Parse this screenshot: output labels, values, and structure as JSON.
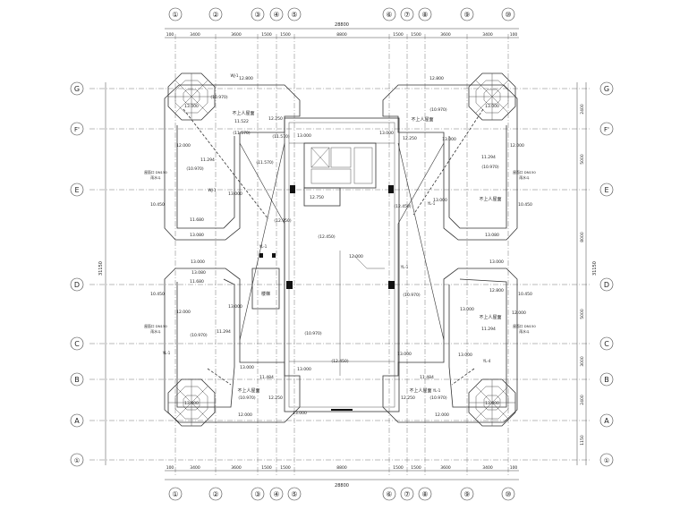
{
  "axes": {
    "columns": [
      "①",
      "②",
      "③",
      "④",
      "⑤",
      "⑥",
      "⑦",
      "⑧",
      "⑨",
      "⑩"
    ],
    "rows": [
      "G",
      "F",
      "E",
      "D",
      "C",
      "B",
      "A"
    ],
    "rows_extra": "F'",
    "bottom_row_label": "①",
    "top_spacings": [
      "100",
      "3400",
      "3600",
      "1500",
      "1500",
      "8800",
      "1500",
      "1500",
      "3600",
      "3400",
      "100"
    ],
    "top_total": "28800",
    "bottom_spacings": [
      "100",
      "3400",
      "3600",
      "1500",
      "1500",
      "8800",
      "1500",
      "1500",
      "3600",
      "3400",
      "100"
    ],
    "bottom_total": "28800",
    "right_spacings": [
      "2400",
      "5000",
      "8000",
      "5000",
      "3000",
      "2400",
      "1150"
    ],
    "right_total": "31150",
    "left_total": "31150"
  },
  "labels": {
    "elev_main": "13.000",
    "elev_12800": "12.800",
    "elev_12250": "12.250",
    "elev_12000": "12.000",
    "elev_11800": "11.800",
    "elev_11294": "11.294",
    "elev_11484": "11.484",
    "elev_10450": "10.450",
    "elev_10970_paren": "(10.970)",
    "elev_11570_paren": "(11.570)",
    "elev_12450_paren": "(12.450)",
    "elev_12750": "12.750",
    "elev_12950_paren": "(12.950)",
    "elev_13080": "13.080",
    "elev_11522": "11.522",
    "elev_11680": "11.680",
    "roof_text": "不上人屋面",
    "stair": "楼梯",
    "side_note_1": "屋面口 DN150",
    "side_note_2": "雨水斗",
    "wj1": "WJ-1",
    "yl1": "YL-1",
    "yl4": "YL-4"
  }
}
